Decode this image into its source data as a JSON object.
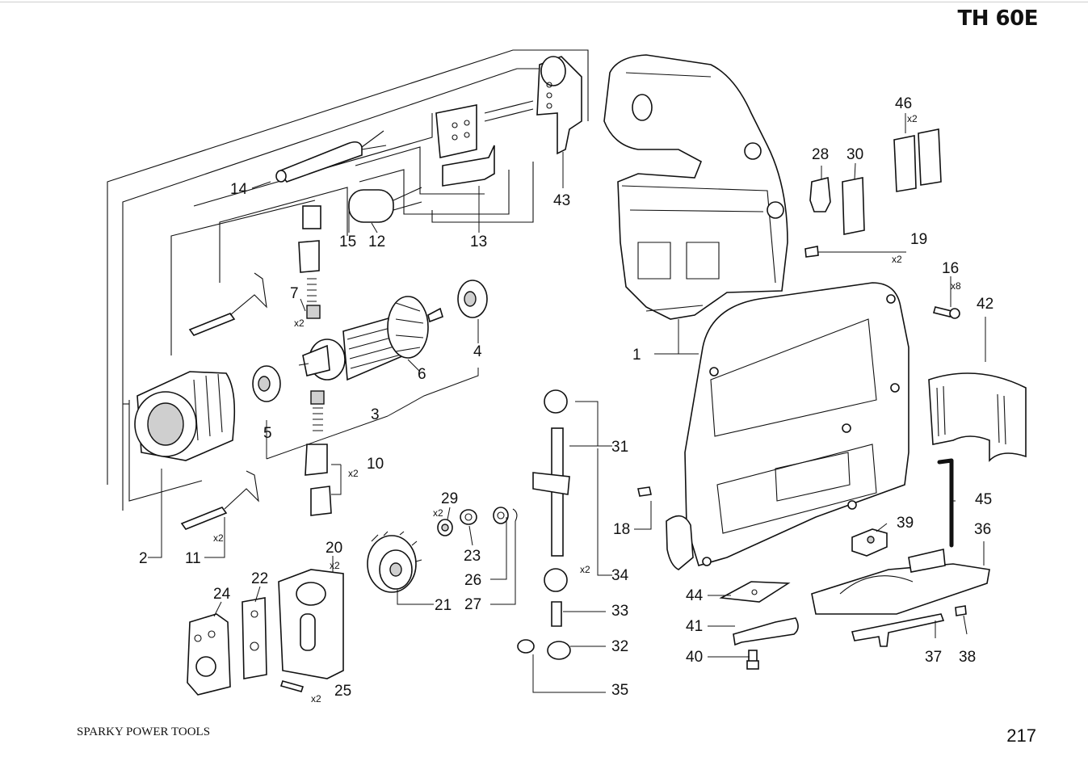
{
  "header": {
    "model": "TH 60E"
  },
  "footer": {
    "brand": "SPARKY POWER TOOLS",
    "page": "217"
  },
  "parts": [
    {
      "id": "1",
      "qty": ""
    },
    {
      "id": "2",
      "qty": ""
    },
    {
      "id": "3",
      "qty": ""
    },
    {
      "id": "4",
      "qty": ""
    },
    {
      "id": "5",
      "qty": ""
    },
    {
      "id": "6",
      "qty": ""
    },
    {
      "id": "7",
      "qty": "x2"
    },
    {
      "id": "10",
      "qty": "x2"
    },
    {
      "id": "11",
      "qty": "x2"
    },
    {
      "id": "12",
      "qty": ""
    },
    {
      "id": "13",
      "qty": ""
    },
    {
      "id": "14",
      "qty": ""
    },
    {
      "id": "15",
      "qty": ""
    },
    {
      "id": "16",
      "qty": "x8"
    },
    {
      "id": "18",
      "qty": ""
    },
    {
      "id": "19",
      "qty": "x2"
    },
    {
      "id": "20",
      "qty": "x2"
    },
    {
      "id": "21",
      "qty": ""
    },
    {
      "id": "22",
      "qty": ""
    },
    {
      "id": "23",
      "qty": ""
    },
    {
      "id": "24",
      "qty": ""
    },
    {
      "id": "25",
      "qty": "x2"
    },
    {
      "id": "26",
      "qty": ""
    },
    {
      "id": "27",
      "qty": ""
    },
    {
      "id": "28",
      "qty": ""
    },
    {
      "id": "29",
      "qty": "x2"
    },
    {
      "id": "30",
      "qty": ""
    },
    {
      "id": "31",
      "qty": ""
    },
    {
      "id": "32",
      "qty": ""
    },
    {
      "id": "33",
      "qty": ""
    },
    {
      "id": "34",
      "qty": "x2"
    },
    {
      "id": "35",
      "qty": ""
    },
    {
      "id": "36",
      "qty": ""
    },
    {
      "id": "37",
      "qty": ""
    },
    {
      "id": "38",
      "qty": ""
    },
    {
      "id": "39",
      "qty": ""
    },
    {
      "id": "40",
      "qty": ""
    },
    {
      "id": "41",
      "qty": ""
    },
    {
      "id": "42",
      "qty": ""
    },
    {
      "id": "43",
      "qty": ""
    },
    {
      "id": "44",
      "qty": ""
    },
    {
      "id": "45",
      "qty": ""
    },
    {
      "id": "46",
      "qty": "x2"
    }
  ]
}
